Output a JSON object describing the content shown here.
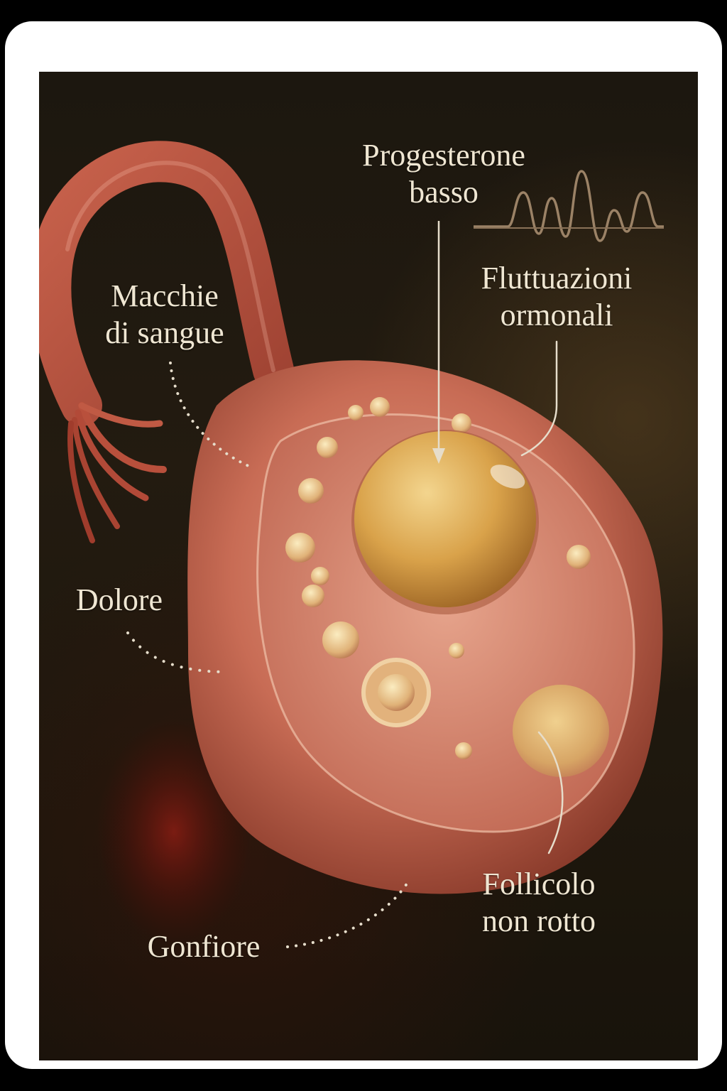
{
  "illustration": {
    "subject": "ovary with unruptured follicle",
    "background_color": "#1e180e",
    "frame_color": "#ffffff",
    "label_color": "#efe6d2",
    "tissue_color": "#c8705a",
    "follicle_color": "#d9a24a"
  },
  "labels": {
    "progesterone": {
      "line1": "Progesterone",
      "line2": "basso"
    },
    "fluctuations": {
      "line1": "Fluttuazioni",
      "line2": "ormonali"
    },
    "spotting": {
      "line1": "Macchie",
      "line2": "di sangue"
    },
    "pain": {
      "line1": "Dolore"
    },
    "bloating": {
      "line1": "Gonfiore"
    },
    "follicle": {
      "line1": "Follicolo",
      "line2": "non rotto"
    }
  },
  "icons": {
    "hormone_wave": "hormone-wave-icon",
    "arrow": "arrow-down-icon"
  }
}
